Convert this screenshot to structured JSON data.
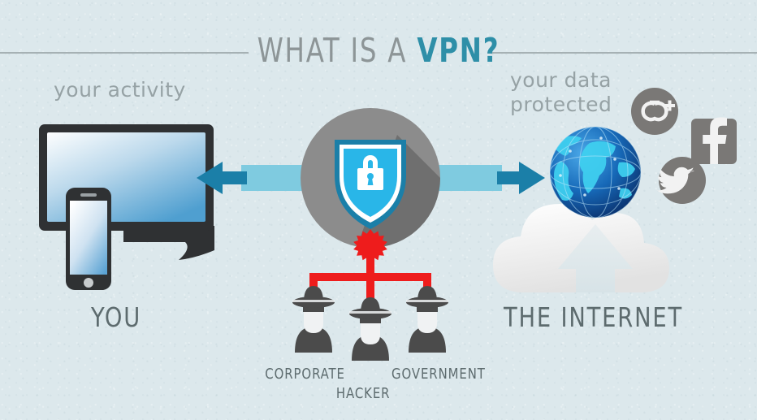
{
  "title": {
    "part1": "WHAT IS A ",
    "part2": "VPN?",
    "full": "WHAT IS A VPN?"
  },
  "captions": {
    "your_activity": "your activity",
    "your_data_line1": "your data",
    "your_data_line2": "protected",
    "you": "YOU",
    "the_internet": "THE INTERNET"
  },
  "threats": {
    "corporate": "CORPORATE",
    "hacker": "HACKER",
    "government": "GOVERNMENT"
  },
  "icons": {
    "shield": "shield-lock-icon",
    "lock": "padlock-icon",
    "monitor": "desktop-monitor-icon",
    "phone": "smartphone-icon",
    "globe": "globe-icon",
    "cloud": "cloud-upload-icon",
    "googleplus": "google-plus-icon",
    "facebook": "facebook-icon",
    "twitter": "twitter-icon",
    "arrow_left": "arrow-left-icon",
    "arrow_right": "arrow-right-icon",
    "burst": "impact-burst-icon",
    "spy": "spy-person-icon"
  },
  "social": {
    "googleplus_glyph": "g+",
    "facebook_glyph": "f",
    "twitter_glyph": "bird"
  },
  "colors": {
    "background": "#dce8ec",
    "title_gray": "#8d9597",
    "title_accent": "#2e8fa8",
    "caption_light": "#96a2a5",
    "caption_dark": "#5d6b6e",
    "shield_fill": "#29b6e8",
    "shield_border": "#1b7fa8",
    "arrow_dark": "#1b7fa8",
    "arrow_bar": "#7fcbe0",
    "circle_gray": "#8c8c8c",
    "shadow_gray": "#6f6f6f",
    "threat_red": "#ee1c1c",
    "spy_gray": "#4b4b4b",
    "social_gray": "#7a7876",
    "device_dark": "#2f3133",
    "cloud_white": "#fafafa",
    "globe_blue": "#1a5fa8"
  }
}
